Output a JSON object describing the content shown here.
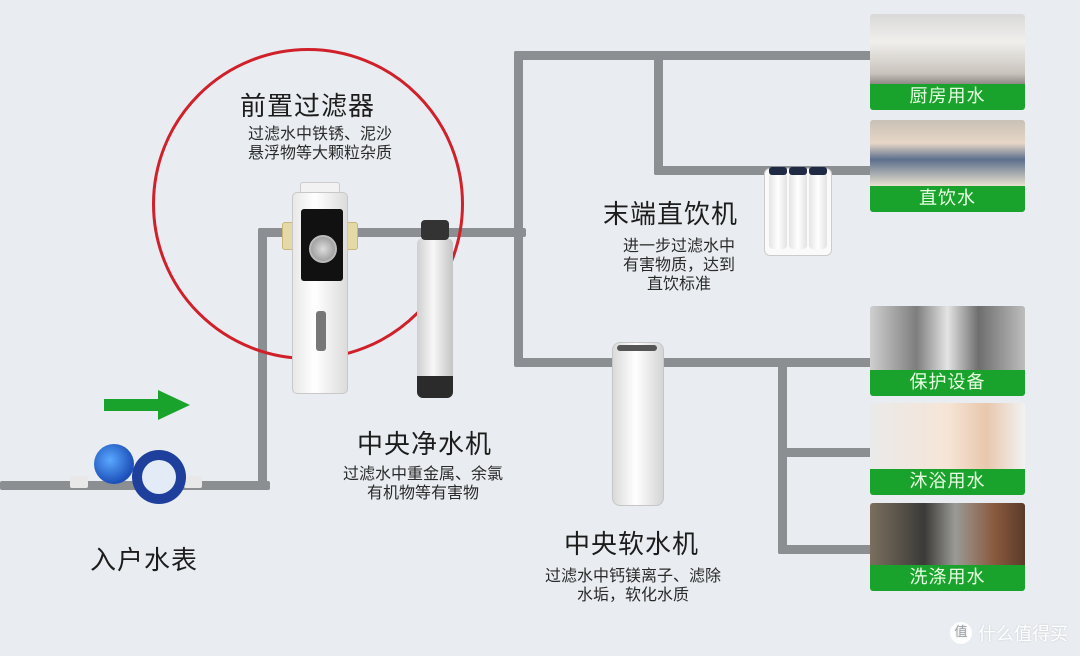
{
  "diagram": {
    "title": "Whole-house water purification flow",
    "nodes": {
      "meter": {
        "label": "入户水表"
      },
      "prefilter": {
        "label": "前置过滤器",
        "desc_line1": "过滤水中铁锈、泥沙",
        "desc_line2": "悬浮物等大颗粒杂质"
      },
      "central_purifier": {
        "label": "中央净水机",
        "desc_line1": "过滤水中重金属、余氯",
        "desc_line2": "有机物等有害物"
      },
      "terminal_drinker": {
        "label": "末端直饮机",
        "desc_line1": "进一步过滤水中",
        "desc_line2": "有害物质，达到",
        "desc_line3": "直饮标准"
      },
      "central_softener": {
        "label": "中央软水机",
        "desc_line1": "过滤水中钙镁离子、滤除",
        "desc_line2": "水垢，软化水质"
      }
    },
    "usages": [
      {
        "label": "厨房用水",
        "image": "kitchen-sink-photo"
      },
      {
        "label": "直饮水",
        "image": "drinking-water-photo"
      },
      {
        "label": "保护设备",
        "image": "appliances-photo"
      },
      {
        "label": "沐浴用水",
        "image": "baby-shower-photo"
      },
      {
        "label": "洗涤用水",
        "image": "washing-photo"
      }
    ],
    "edges": [
      [
        "meter",
        "prefilter"
      ],
      [
        "prefilter",
        "central_purifier"
      ],
      [
        "central_purifier",
        "厨房用水"
      ],
      [
        "central_purifier",
        "terminal_drinker"
      ],
      [
        "terminal_drinker",
        "直饮水"
      ],
      [
        "central_purifier",
        "central_softener"
      ],
      [
        "central_softener",
        "保护设备"
      ],
      [
        "central_softener",
        "沐浴用水"
      ],
      [
        "central_softener",
        "洗涤用水"
      ]
    ],
    "highlight": {
      "target": "prefilter",
      "color": "#d0202a"
    },
    "flow_arrow_color": "#1aa32c",
    "pipe_color": "#8c8f92",
    "label_bg_color": "#1aa32c"
  },
  "watermark": {
    "badge": "值",
    "text": "什么值得买"
  }
}
